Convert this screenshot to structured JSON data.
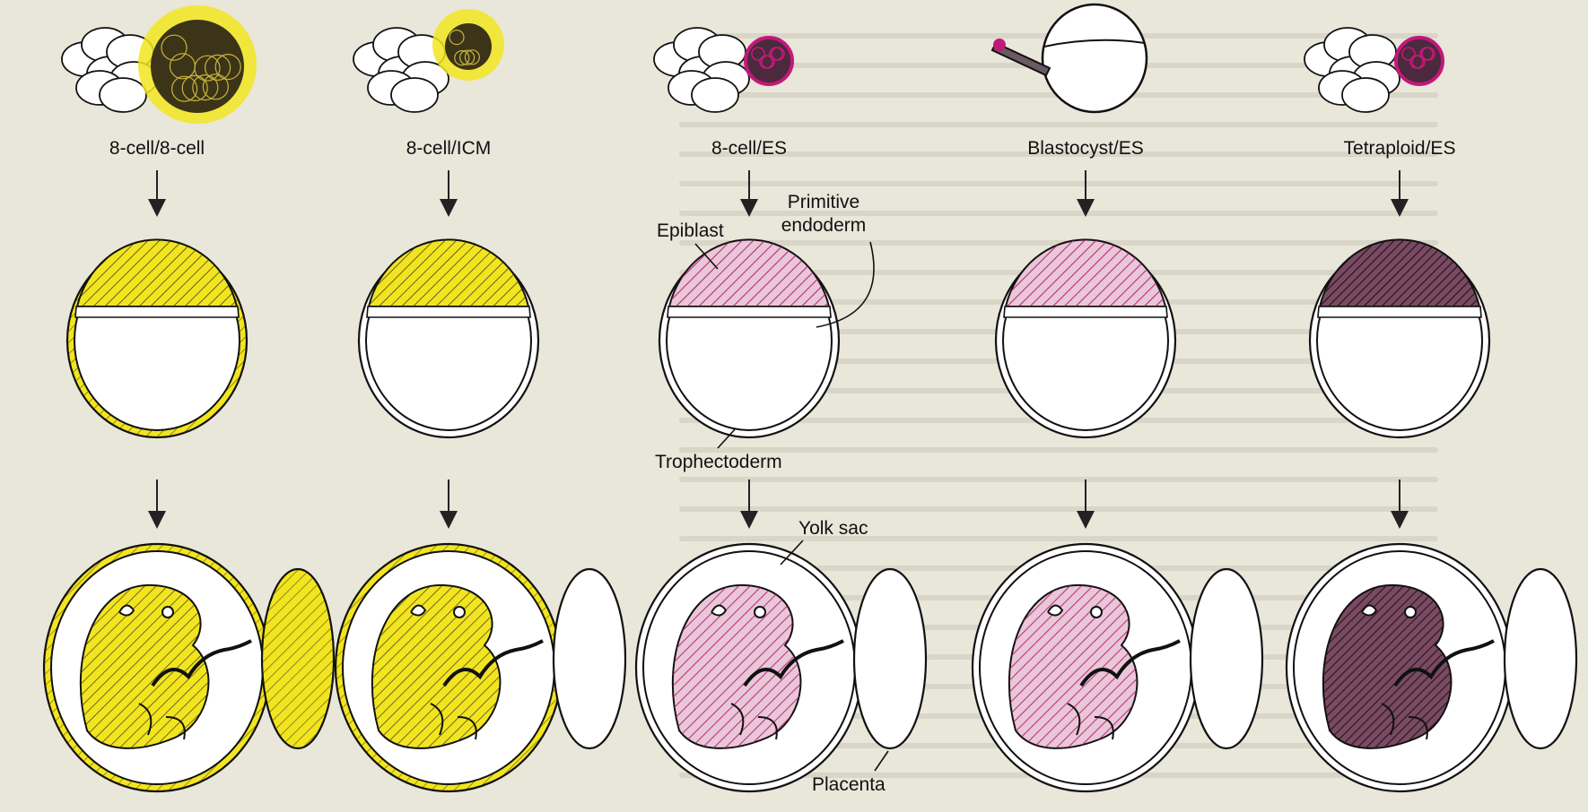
{
  "columns": [
    {
      "id": "c1",
      "label": "8-cell/8-cell",
      "donor": "yellow",
      "embryo": "yellow",
      "placenta": "yellow",
      "yolk": "yellow"
    },
    {
      "id": "c2",
      "label": "8-cell/ICM",
      "donor": "yellow",
      "embryo": "yellow",
      "placenta": "none",
      "yolk": "yellow"
    },
    {
      "id": "c3",
      "label": "8-cell/ES",
      "donor": "magenta",
      "embryo": "magenta",
      "placenta": "none",
      "yolk": "none"
    },
    {
      "id": "c4",
      "label": "Blastocyst/ES",
      "donor": "magenta",
      "embryo": "magenta",
      "placenta": "none",
      "yolk": "none"
    },
    {
      "id": "c5",
      "label": "Tetraploid/ES",
      "donor": "magenta",
      "embryo": "dark",
      "placenta": "none",
      "yolk": "none"
    }
  ],
  "annotations": {
    "epiblast": "Epiblast",
    "primitive_endoderm_1": "Primitive",
    "primitive_endoderm_2": "endoderm",
    "trophectoderm": "Trophectoderm",
    "yolk_sac": "Yolk sac",
    "placenta": "Placenta"
  },
  "colors": {
    "yellow": "#f2e51f",
    "magenta": "#c2187a",
    "dark": "#3a2a33",
    "paper": "#e9e6da"
  }
}
